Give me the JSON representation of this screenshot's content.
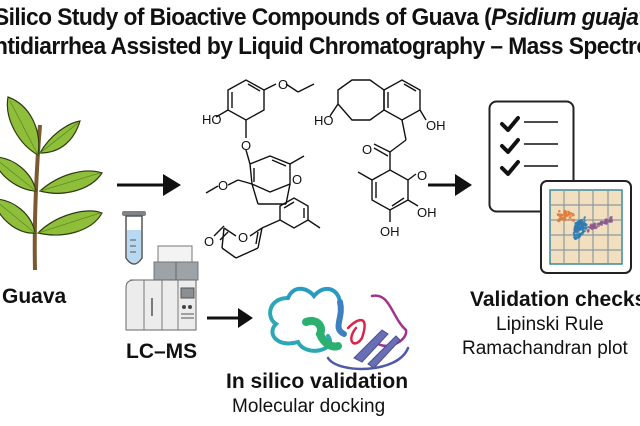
{
  "title": {
    "line1_prefix": "Silico Study of Bioactive Compounds of Guava (",
    "line1_italic": "Psidium guajava",
    "line2": "ntidiarrhea Assisted by Liquid Chromatography – Mass Spectros"
  },
  "stages": {
    "guava": {
      "label": "Guava",
      "icon": "guava-plant-icon"
    },
    "lcms": {
      "label": "LC–MS",
      "icon": "lc-ms-instrument-icon"
    },
    "compounds": {
      "icon": "chemical-structures-icon",
      "atom_labels": {
        "ho1": "HO",
        "o_ether1": "O",
        "o_ether2": "O",
        "o_methoxy": "O",
        "o_pyran": "O",
        "ho2": "HO",
        "oh_top": "OH",
        "o_ketone": "O",
        "o_ring": "O",
        "oh_mid": "OH",
        "oh_bottom": "OH",
        "o_lactone_carbonyl": "O",
        "o_lactone_ring": "O"
      }
    },
    "docking": {
      "title": "In silico validation",
      "subtitle": "Molecular docking",
      "icon": "protein-ribbon-icon"
    },
    "validation": {
      "title": "Validation checks",
      "items": [
        "Lipinski Rule",
        "Ramachandran plot"
      ],
      "icons": [
        "checklist-icon",
        "ramachandran-plot-icon"
      ]
    }
  },
  "colors": {
    "leaf": "#8fbf3a",
    "leaf_dark": "#5e8a22",
    "stem": "#7a5a2e",
    "tube_liquid": "#b9d9f2",
    "instrument": "#ececec",
    "instrument_dark": "#9ea3a8",
    "plot_bg": "#f2dfc0",
    "plot_grid": "#8a9aa0",
    "cluster_orange": "#e07b39",
    "cluster_blue": "#2d7bb0",
    "cluster_purple": "#8a5a8a"
  }
}
